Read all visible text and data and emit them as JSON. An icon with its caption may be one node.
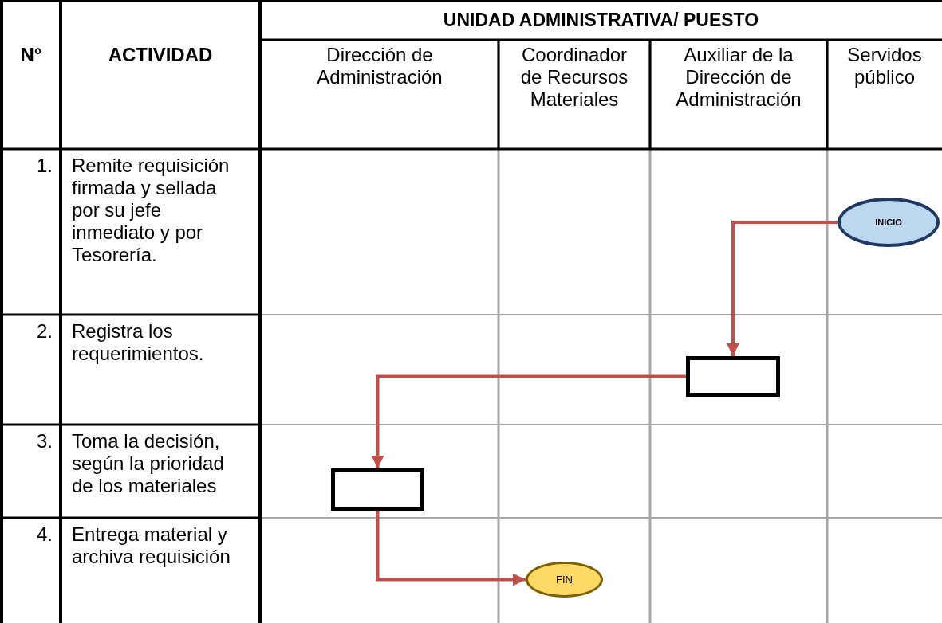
{
  "diagram": {
    "nodes": [
      {
        "text": [
          "INICIO"
        ]
      },
      {
        "text": [],
        "shape": "box"
      },
      {
        "text": [],
        "shape": "box"
      },
      {
        "text": [
          "FIN"
        ]
      }
    ],
    "edges": [
      {
        "from": 0,
        "to": 1,
        "arrow": "to"
      },
      {
        "from": 1,
        "to": 2,
        "arrow": "to"
      },
      {
        "from": 2,
        "to": 3,
        "arrow": "to"
      }
    ],
    "labels": [
      "N°",
      "ACTIVIDAD",
      "UNIDAD ADMINISTRATIVA/ PUESTO",
      "Dirección de Administración",
      "Coordinador de Recursos Materiales",
      "Auxiliar de la Dirección de Administración",
      "Servidos público",
      "1.",
      "Remite requisición firmada y sellada por su jefe inmediato y por Tesorería.",
      "2.",
      "Registra los requerimientos.",
      "3.",
      "Toma la decisión, según la prioridad de los materiales",
      "4.",
      "Entrega material y archiva requisición"
    ]
  }
}
